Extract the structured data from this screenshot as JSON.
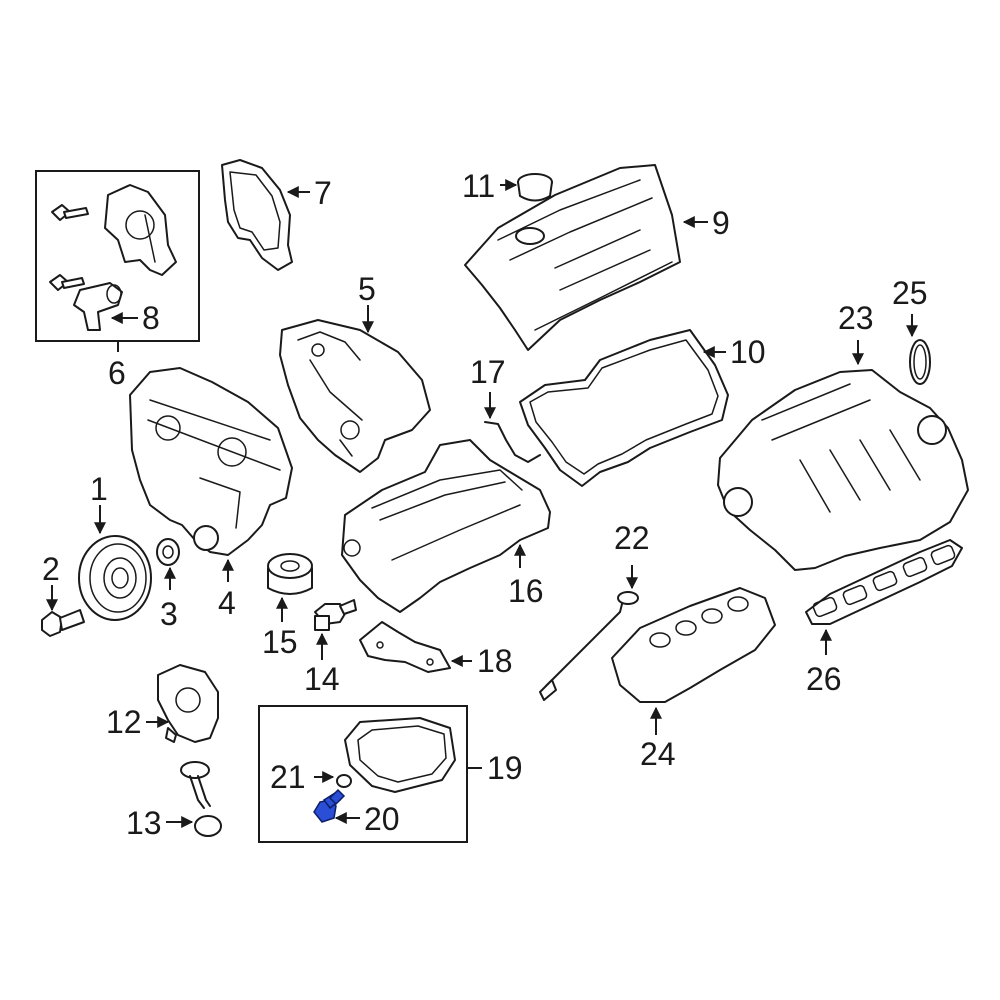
{
  "callouts": {
    "c1": "1",
    "c2": "2",
    "c3": "3",
    "c4": "4",
    "c5": "5",
    "c6": "6",
    "c7": "7",
    "c8": "8",
    "c9": "9",
    "c10": "10",
    "c11": "11",
    "c12": "12",
    "c13": "13",
    "c14": "14",
    "c15": "15",
    "c16": "16",
    "c17": "17",
    "c18": "18",
    "c19": "19",
    "c20": "20",
    "c21": "21",
    "c22": "22",
    "c23": "23",
    "c24": "24",
    "c25": "25",
    "c26": "26"
  },
  "highlight": {
    "part": "20",
    "color": "#2a4fd6"
  }
}
